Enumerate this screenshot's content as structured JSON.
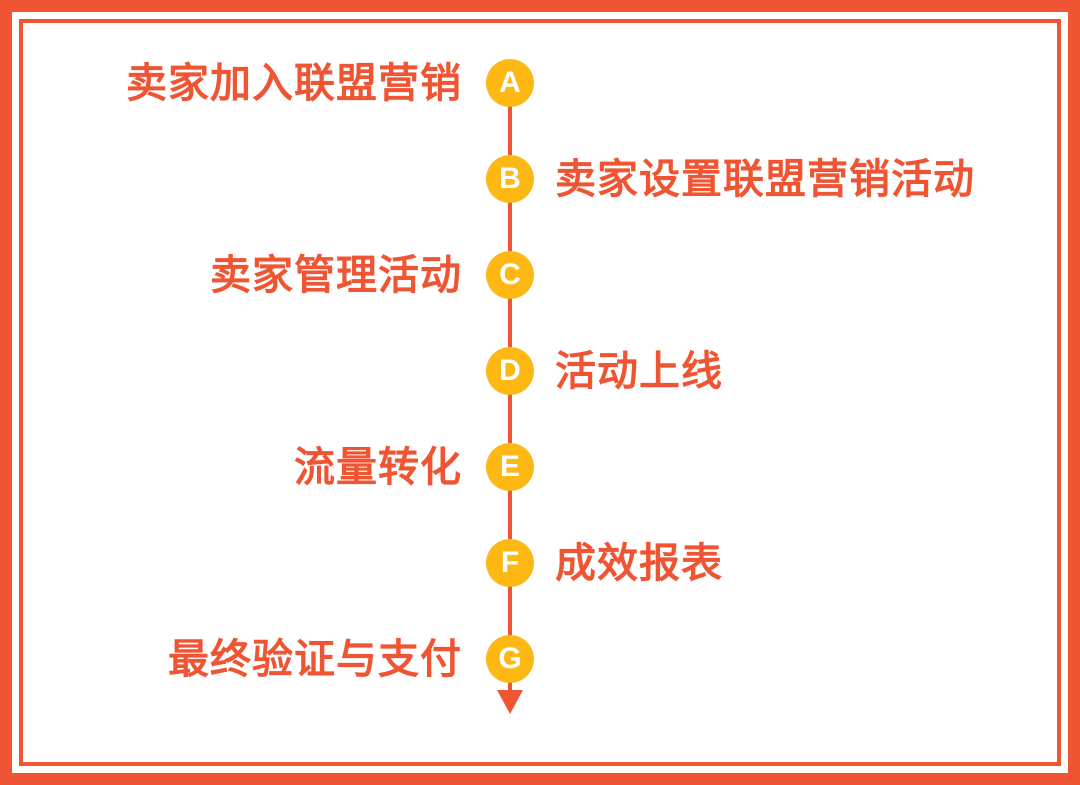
{
  "colors": {
    "accent": "#ef5533",
    "node": "#fdb813",
    "node_text": "#ffffff"
  },
  "steps": [
    {
      "letter": "A",
      "label": "卖家加入联盟营销",
      "side": "left"
    },
    {
      "letter": "B",
      "label": "卖家设置联盟营销活动",
      "side": "right"
    },
    {
      "letter": "C",
      "label": "卖家管理活动",
      "side": "left"
    },
    {
      "letter": "D",
      "label": "活动上线",
      "side": "right"
    },
    {
      "letter": "E",
      "label": "流量转化",
      "side": "left"
    },
    {
      "letter": "F",
      "label": "成效报表",
      "side": "right"
    },
    {
      "letter": "G",
      "label": "最终验证与支付",
      "side": "left"
    }
  ]
}
